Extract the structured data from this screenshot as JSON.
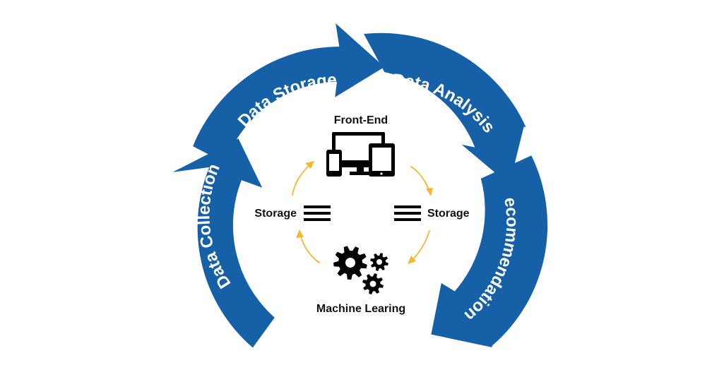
{
  "colors": {
    "arrow_blue": "#1660a8",
    "inner_arrow_yellow": "#f2b830",
    "icon_black": "#000000",
    "background": "#ffffff"
  },
  "outer_cycle": [
    {
      "id": "data-collection",
      "label": "Data Collection"
    },
    {
      "id": "data-storage",
      "label": "Data Storage"
    },
    {
      "id": "data-analysis",
      "label": "Data Analysis"
    },
    {
      "id": "recommendations",
      "label": "Recommendations"
    }
  ],
  "inner_cycle": {
    "front_end": {
      "label": "Front-End",
      "icon": "devices-icon"
    },
    "storage_right": {
      "label": "Storage",
      "icon": "storage-lines-icon"
    },
    "machine_learning": {
      "label": "Machine Learing",
      "icon": "gears-icon"
    },
    "storage_left": {
      "label": "Storage",
      "icon": "storage-lines-icon"
    }
  }
}
